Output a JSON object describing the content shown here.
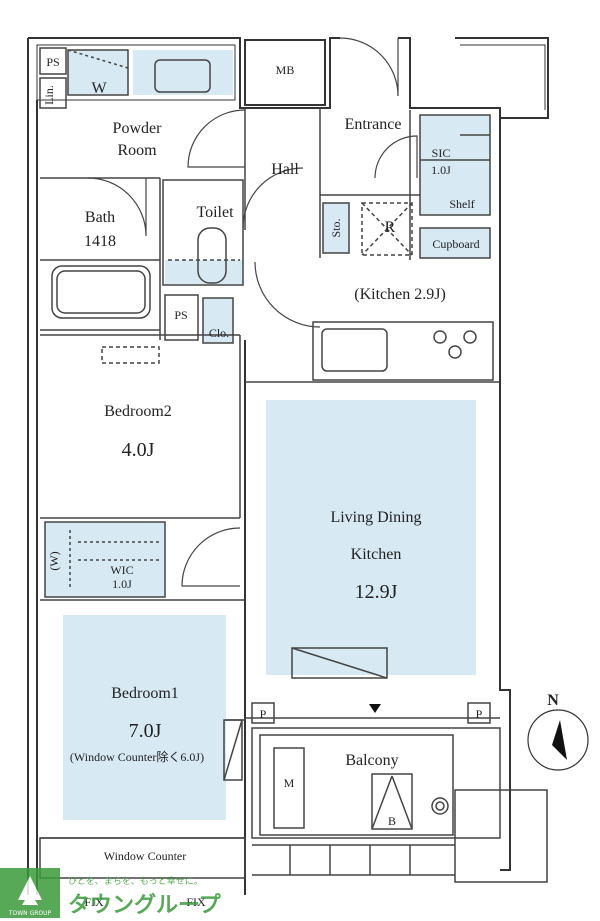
{
  "rooms": {
    "ps_top": "PS",
    "w": "W",
    "lin": "Lin.",
    "mb": "MB",
    "powder_room_line1": "Powder",
    "powder_room_line2": "Room",
    "entrance": "Entrance",
    "sic_line1": "SIC",
    "sic_line2": "1.0J",
    "shelf": "Shelf",
    "hall": "Hall",
    "bath_line1": "Bath",
    "bath_line2": "1418",
    "toilet": "Toilet",
    "sto": "Sto.",
    "r": "R",
    "cupboard": "Cupboard",
    "kitchen": "(Kitchen 2.9J)",
    "ps_mid": "PS",
    "clo": "Clo.",
    "bedroom2_name": "Bedroom2",
    "bedroom2_size": "4.0J",
    "wic_w": "(W)",
    "wic_line1": "WIC",
    "wic_line2": "1.0J",
    "ldk_line1": "Living Dining",
    "ldk_line2": "Kitchen",
    "ldk_size": "12.9J",
    "bedroom1_name": "Bedroom1",
    "bedroom1_size": "7.0J",
    "bedroom1_note": "(Window Counter除く6.0J)",
    "window_counter": "Window Counter",
    "p_left": "P",
    "p_right": "P",
    "balcony": "Balcony",
    "m": "M",
    "b": "B",
    "fix_left": "FIX",
    "fix_right": "FIX"
  },
  "compass": {
    "north": "N"
  },
  "watermark": {
    "tagline": "ひとを、まちを、もっと幸せに。",
    "brand": "タウングループ",
    "logo_text": "TOWN GROUP"
  },
  "colors": {
    "wall": "#333333",
    "fill_blue": "#d7e9f3",
    "line": "#444444",
    "watermark_green": "#3a9b3a"
  }
}
